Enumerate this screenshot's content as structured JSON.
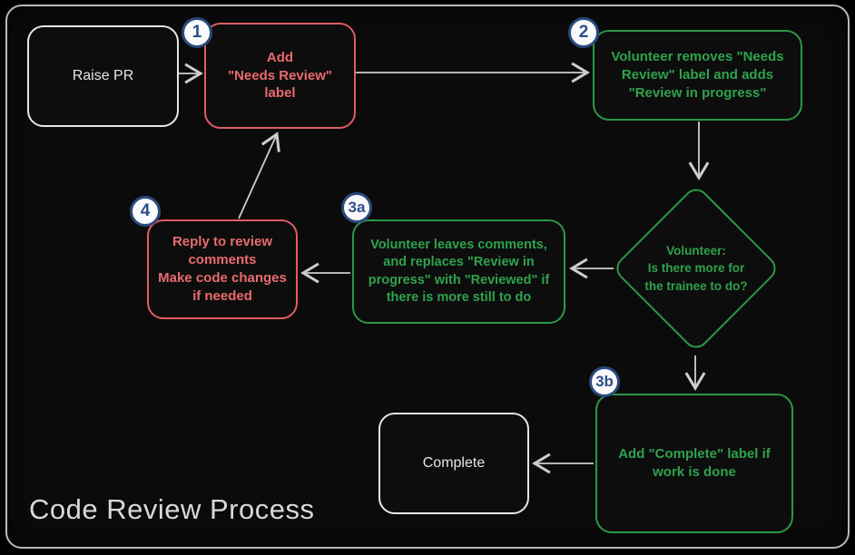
{
  "title": "Code Review Process",
  "colors": {
    "background": "#0b0b0b",
    "frame_border": "#b9b9b9",
    "red_node": "#e05c64",
    "green_node": "#2c9747",
    "white_node": "#e6e6e6",
    "badge_blue": "#29497d",
    "arrow_gray": "#cdcdcd"
  },
  "nodes": {
    "raise_pr": {
      "label": "Raise PR"
    },
    "add_needs_review": {
      "badge": "1",
      "label": "Add\n\"Needs Review\"\nlabel"
    },
    "volunteer_removes": {
      "badge": "2",
      "label": "Volunteer removes \"Needs\nReview\" label and adds\n\"Review in progress\""
    },
    "decision": {
      "label": "Volunteer:\nIs there more for\nthe trainee to do?"
    },
    "volunteer_leaves_comments": {
      "badge": "3a",
      "label": "Volunteer leaves comments,\nand replaces \"Review in\nprogress\" with \"Reviewed\" if\nthere is more still to do"
    },
    "reply_to_review": {
      "badge": "4",
      "label": "Reply to review\ncomments\nMake code changes\nif needed"
    },
    "add_complete": {
      "badge": "3b",
      "label": "Add \"Complete\" label if\nwork is done"
    },
    "complete": {
      "label": "Complete"
    }
  }
}
